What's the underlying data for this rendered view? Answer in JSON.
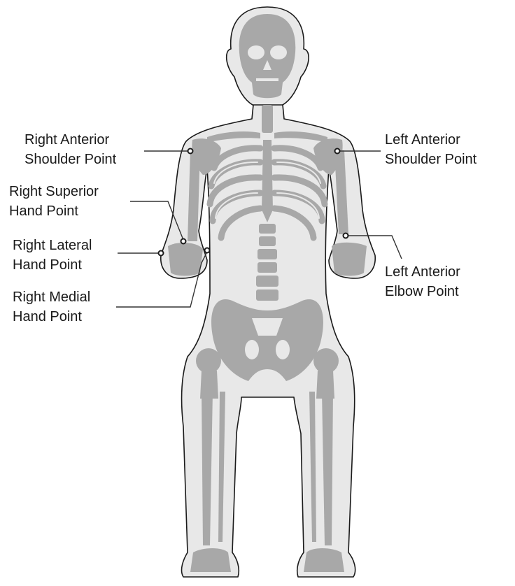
{
  "colors": {
    "bone": "#a8a8a8",
    "skin": "#e8e8e8",
    "outline": "#1a1a1a",
    "leader": "#333333"
  },
  "labels": {
    "right_anterior_shoulder": [
      "Right Anterior",
      "Shoulder Point"
    ],
    "left_anterior_shoulder": [
      "Left Anterior",
      "Shoulder Point"
    ],
    "right_superior_hand": [
      "Right Superior",
      "Hand Point"
    ],
    "right_lateral_hand": [
      "Right Lateral",
      "Hand Point"
    ],
    "left_anterior_elbow": [
      "Left Anterior",
      "Elbow Point"
    ],
    "right_medial_hand": [
      "Right Medial",
      "Hand Point"
    ]
  }
}
